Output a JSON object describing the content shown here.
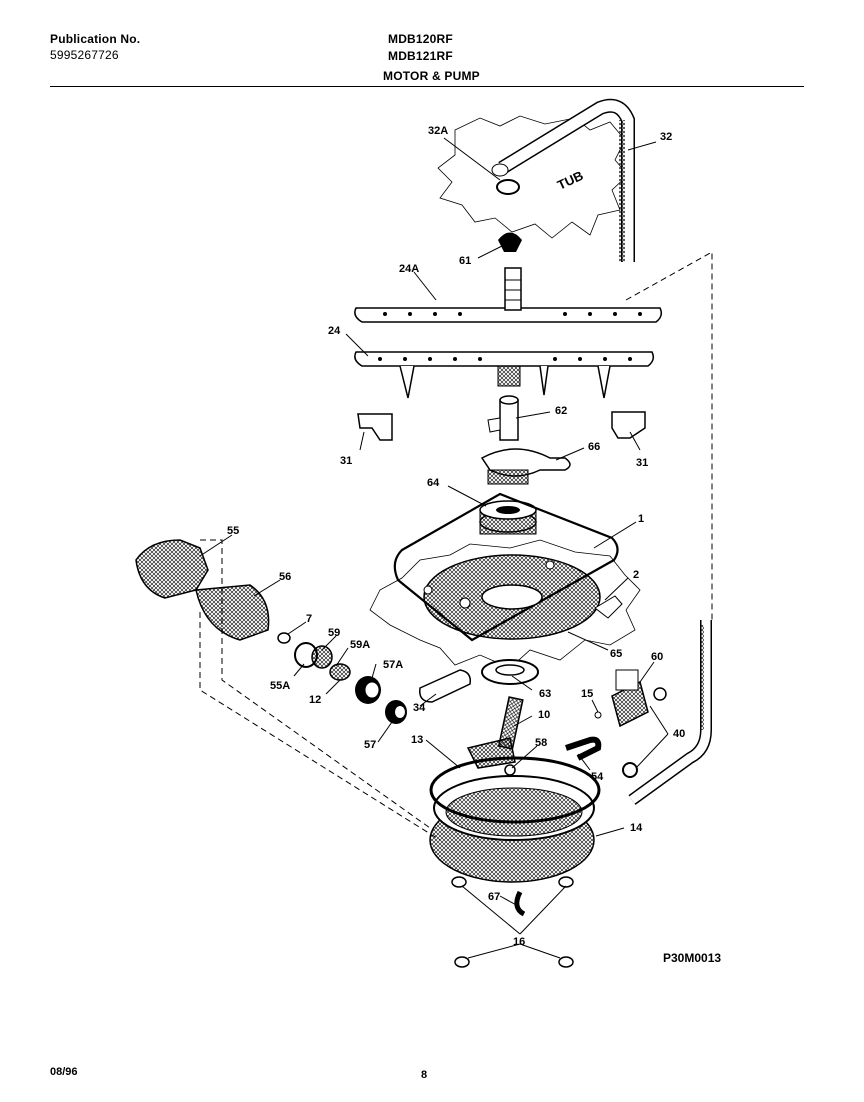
{
  "header": {
    "publication_label": "Publication No.",
    "publication_number": "5995267726",
    "model_1": "MDB120RF",
    "model_2": "MDB121RF",
    "section_title": "MOTOR & PUMP"
  },
  "diagram": {
    "tub_label": "TUB",
    "drawing_code": "P30M0013",
    "part_labels": {
      "p32A": "32A",
      "p32": "32",
      "p61": "61",
      "p24A": "24A",
      "p24": "24",
      "p62": "62",
      "p31a": "31",
      "p31b": "31",
      "p66": "66",
      "p64": "64",
      "p1": "1",
      "p2": "2",
      "p55": "55",
      "p56": "56",
      "p7": "7",
      "p59": "59",
      "p59A": "59A",
      "p55A": "55A",
      "p57A": "57A",
      "p12": "12",
      "p65": "65",
      "p60": "60",
      "p63": "63",
      "p15": "15",
      "p34": "34",
      "p10": "10",
      "p40": "40",
      "p57": "57",
      "p13": "13",
      "p58": "58",
      "p54": "54",
      "p14": "14",
      "p67": "67",
      "p16": "16"
    }
  },
  "footer": {
    "date": "08/96",
    "page_number": "8"
  }
}
